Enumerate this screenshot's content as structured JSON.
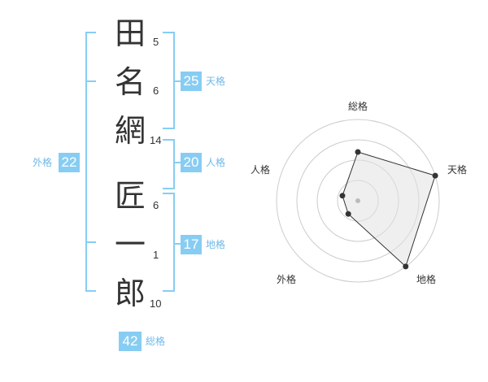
{
  "name": {
    "characters": [
      {
        "char": "田",
        "strokes": "5"
      },
      {
        "char": "名",
        "strokes": "6"
      },
      {
        "char": "網",
        "strokes": "14"
      },
      {
        "char": "匠",
        "strokes": "6"
      },
      {
        "char": "一",
        "strokes": "1"
      },
      {
        "char": "郎",
        "strokes": "10"
      }
    ]
  },
  "fortunes": {
    "tenkaku": {
      "value": "25",
      "label": "天格"
    },
    "jinkaku": {
      "value": "20",
      "label": "人格"
    },
    "chikaku": {
      "value": "17",
      "label": "地格"
    },
    "gaikaku": {
      "value": "22",
      "label": "外格"
    },
    "soukaku": {
      "value": "42",
      "label": "総格"
    }
  },
  "colors": {
    "accent": "#87cdf3",
    "bracket": "#87cdf3",
    "label": "#6fb9e8",
    "text": "#333333"
  },
  "chart_data": {
    "type": "radar",
    "categories": [
      "総格",
      "天格",
      "地格",
      "外格",
      "人格"
    ],
    "values": [
      3,
      5,
      5,
      1,
      1
    ],
    "scale_max": 5,
    "rings": 4
  }
}
